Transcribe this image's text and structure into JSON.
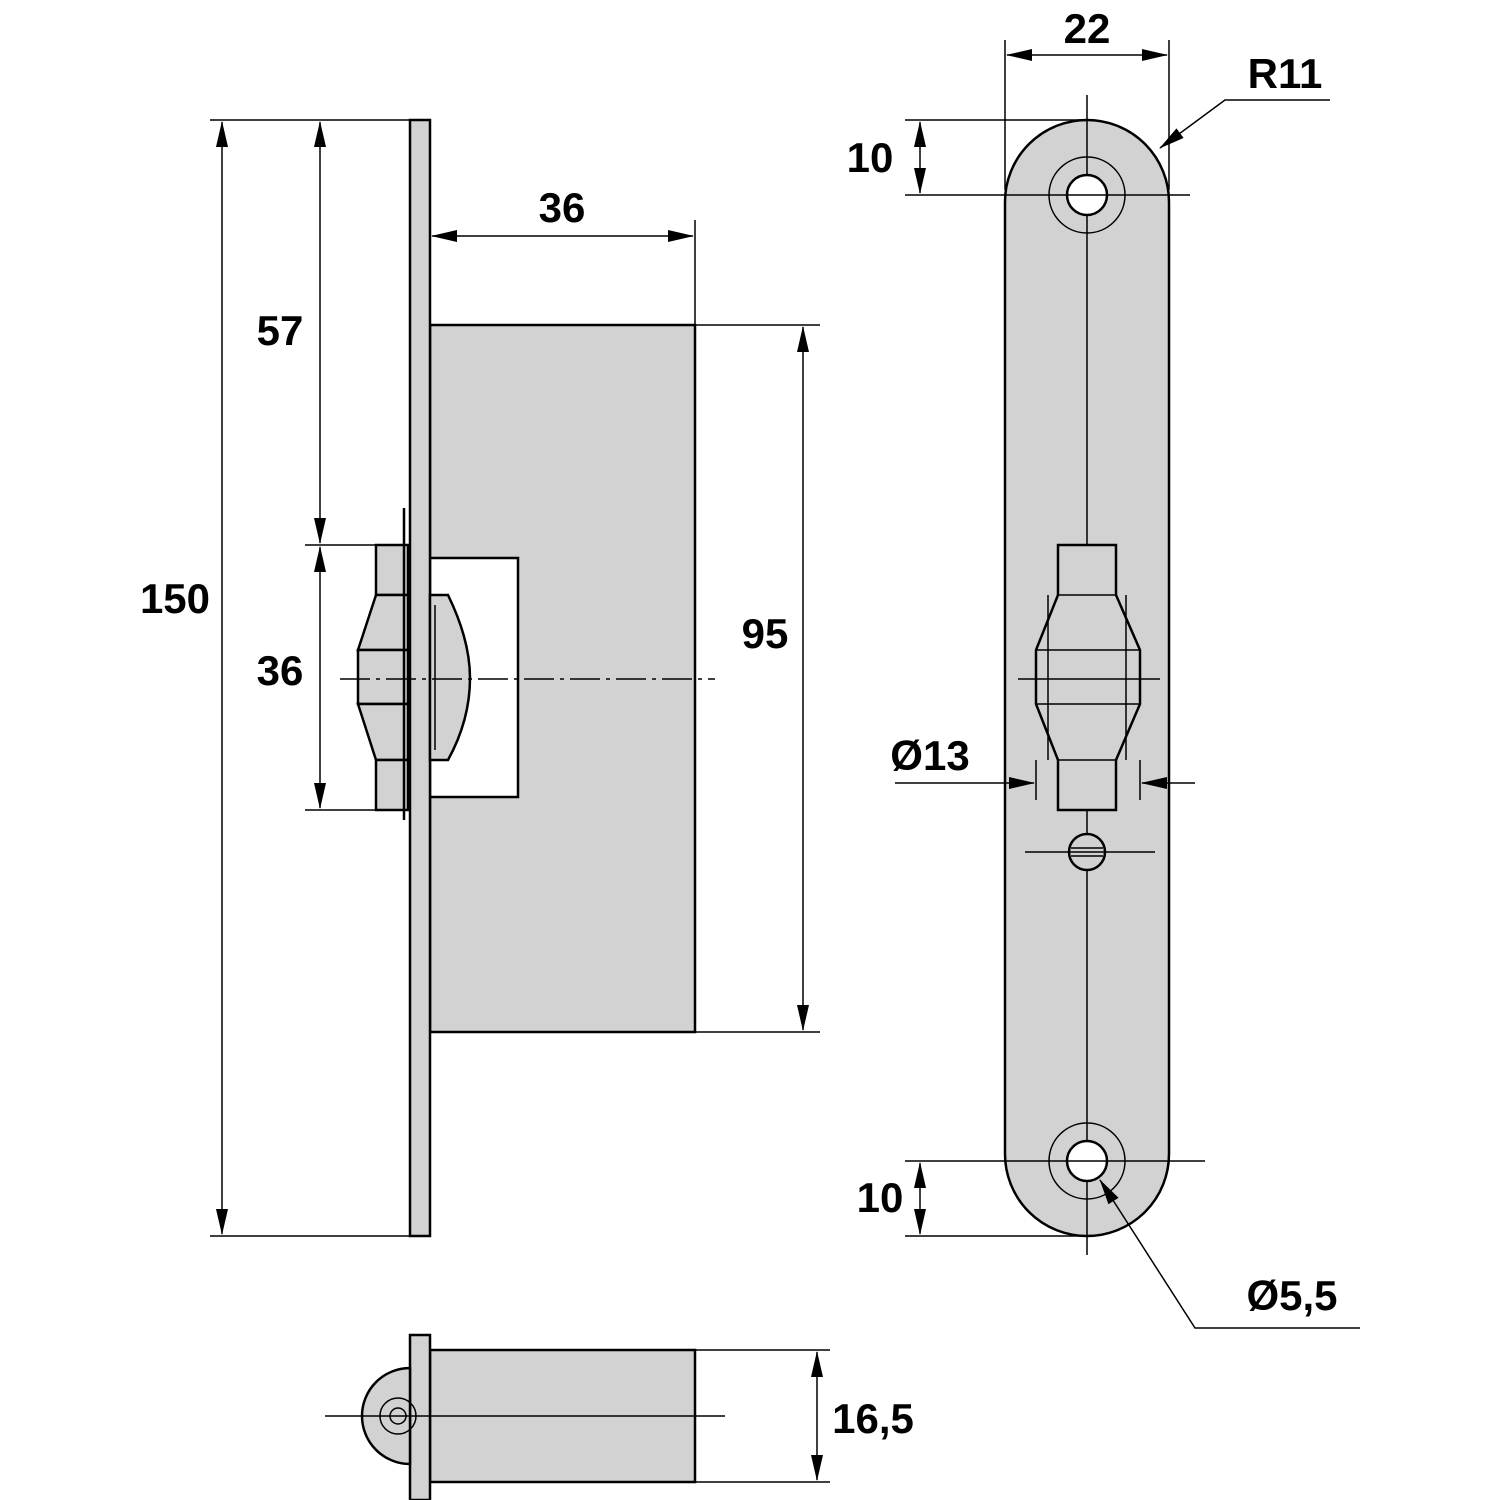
{
  "colors": {
    "part_fill": "#d2d2d2",
    "line": "#000000",
    "background": "#ffffff"
  },
  "dimensions": {
    "total_height": "150",
    "to_roller_top": "57",
    "roller_height": "36",
    "body_depth": "36",
    "body_height": "95",
    "plate_width": "22",
    "corner_radius": "R11",
    "hole_offset_top": "10",
    "roller_diameter": "Ø13",
    "hole_offset_bottom": "10",
    "hole_diameter": "Ø5,5",
    "body_thickness": "16,5"
  }
}
